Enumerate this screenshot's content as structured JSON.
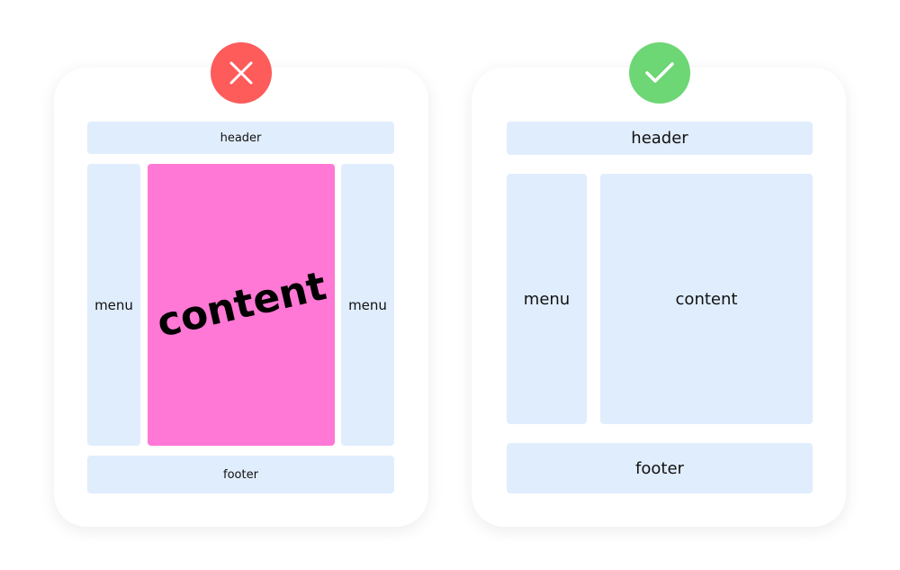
{
  "bad": {
    "header": "header",
    "menu_left": "menu",
    "content": "content",
    "menu_right": "menu",
    "footer": "footer",
    "badge_color": "#fe5b5b",
    "content_color": "#ff78d5"
  },
  "good": {
    "header": "header",
    "menu": "menu",
    "content": "content",
    "footer": "footer",
    "badge_color": "#6dd675"
  }
}
